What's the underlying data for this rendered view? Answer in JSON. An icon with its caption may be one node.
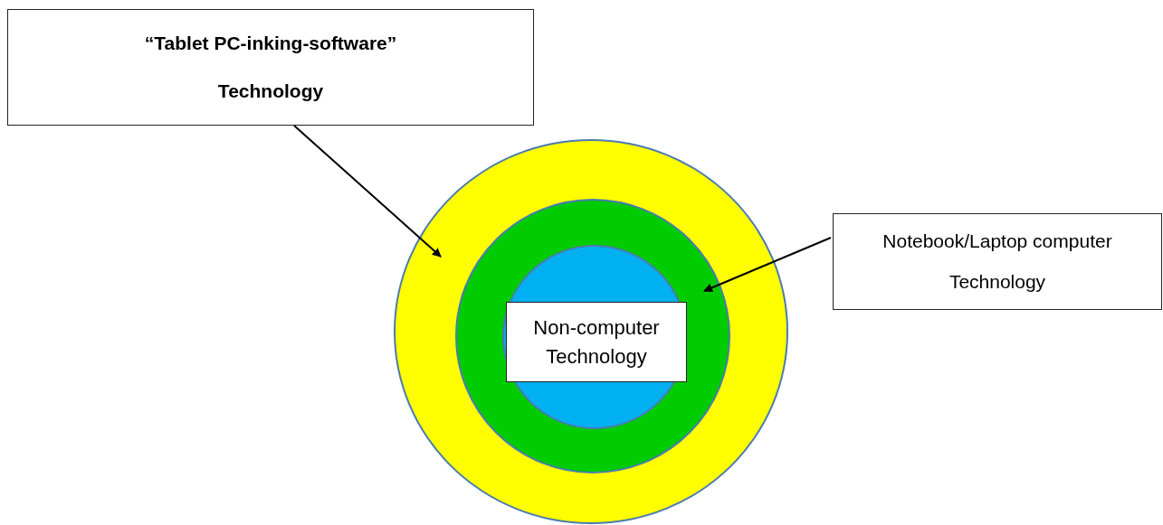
{
  "diagram": {
    "nodes": [
      {
        "text": [
          "“Tablet PC-inking-software”",
          "Technology"
        ]
      },
      {
        "text": [],
        "shape": "circle"
      },
      {
        "text": [],
        "shape": "circle",
        "in": 1
      },
      {
        "text": [],
        "shape": "circle",
        "in": 2
      },
      {
        "text": [
          "Non-computer Technology"
        ],
        "in": 3
      },
      {
        "text": [
          "Notebook/Laptop computer",
          "Technology"
        ]
      }
    ],
    "edges": [
      {
        "from": 0,
        "to": 1,
        "arrow": "to"
      },
      {
        "from": 5,
        "to": 2,
        "arrow": "to"
      }
    ]
  }
}
